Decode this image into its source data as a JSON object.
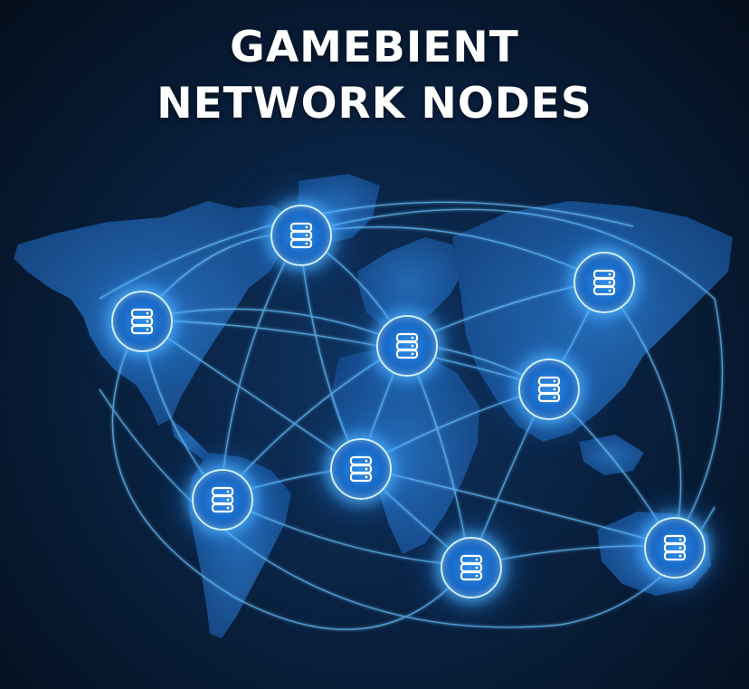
{
  "title": {
    "line1": "GAMEBIENT",
    "line2": "NETWORK NODES"
  },
  "colors": {
    "background": "#0a2547",
    "land": "#1f5fa8",
    "link": "#6cc4ff",
    "node_fill": "#1766c4",
    "node_glow": "#50b4ff",
    "title": "#ffffff"
  },
  "icons": {
    "node": "server-database-icon"
  },
  "nodes": [
    {
      "id": "north-america-west",
      "icon": "server-database-icon"
    },
    {
      "id": "north-america-north",
      "icon": "server-database-icon"
    },
    {
      "id": "europe",
      "icon": "server-database-icon"
    },
    {
      "id": "asia-north",
      "icon": "server-database-icon"
    },
    {
      "id": "asia-south",
      "icon": "server-database-icon"
    },
    {
      "id": "africa",
      "icon": "server-database-icon"
    },
    {
      "id": "south-america",
      "icon": "server-database-icon"
    },
    {
      "id": "indian-ocean",
      "icon": "server-database-icon"
    },
    {
      "id": "australia",
      "icon": "server-database-icon"
    }
  ]
}
